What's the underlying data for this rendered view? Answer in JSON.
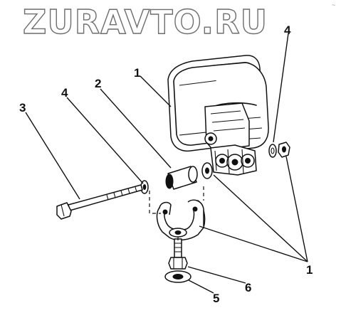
{
  "watermark": {
    "text": "ZURAVTO.RU"
  },
  "callouts": {
    "c1_top": "1",
    "c4_top": "4",
    "c2": "2",
    "c4_left": "4",
    "c3": "3",
    "c1_bottom": "1",
    "c6": "6",
    "c5": "5"
  },
  "colors": {
    "ink": "#111111",
    "watermark_outline": "#6e6e6e",
    "background": "#ffffff"
  }
}
